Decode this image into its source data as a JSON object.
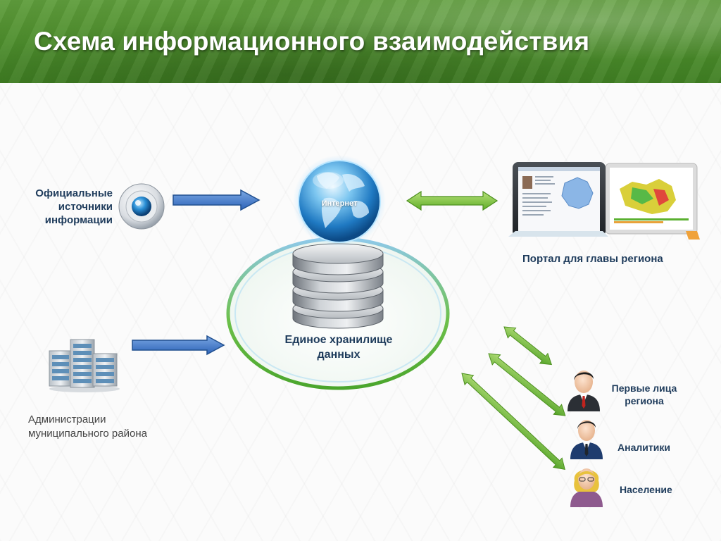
{
  "title": "Схема информационного взаимодействия",
  "nodes": {
    "official_sources": "Официальные источники информации",
    "globe": "Интернет",
    "storage": "Единое хранилище данных",
    "portal": "Портал для главы региона",
    "municipal": "Администрации муниципального района",
    "first_persons": "Первые лица региона",
    "analysts": "Аналитики",
    "population": "Население"
  },
  "colors": {
    "header_green": "#4f8f2e",
    "arrow_blue": "#3a72c4",
    "arrow_green": "#6dbb2e",
    "label_navy": "#1f3c5c"
  }
}
